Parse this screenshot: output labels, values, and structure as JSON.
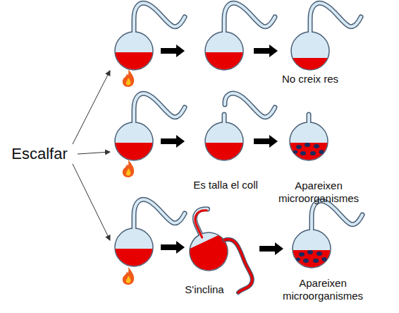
{
  "diagram": {
    "labels": [
      "No creix res",
      "Escalfar",
      "Es talla el coll",
      "Apareixen microorganismes",
      "S'inclina",
      "Apareixen microorganismes"
    ]
  }
}
